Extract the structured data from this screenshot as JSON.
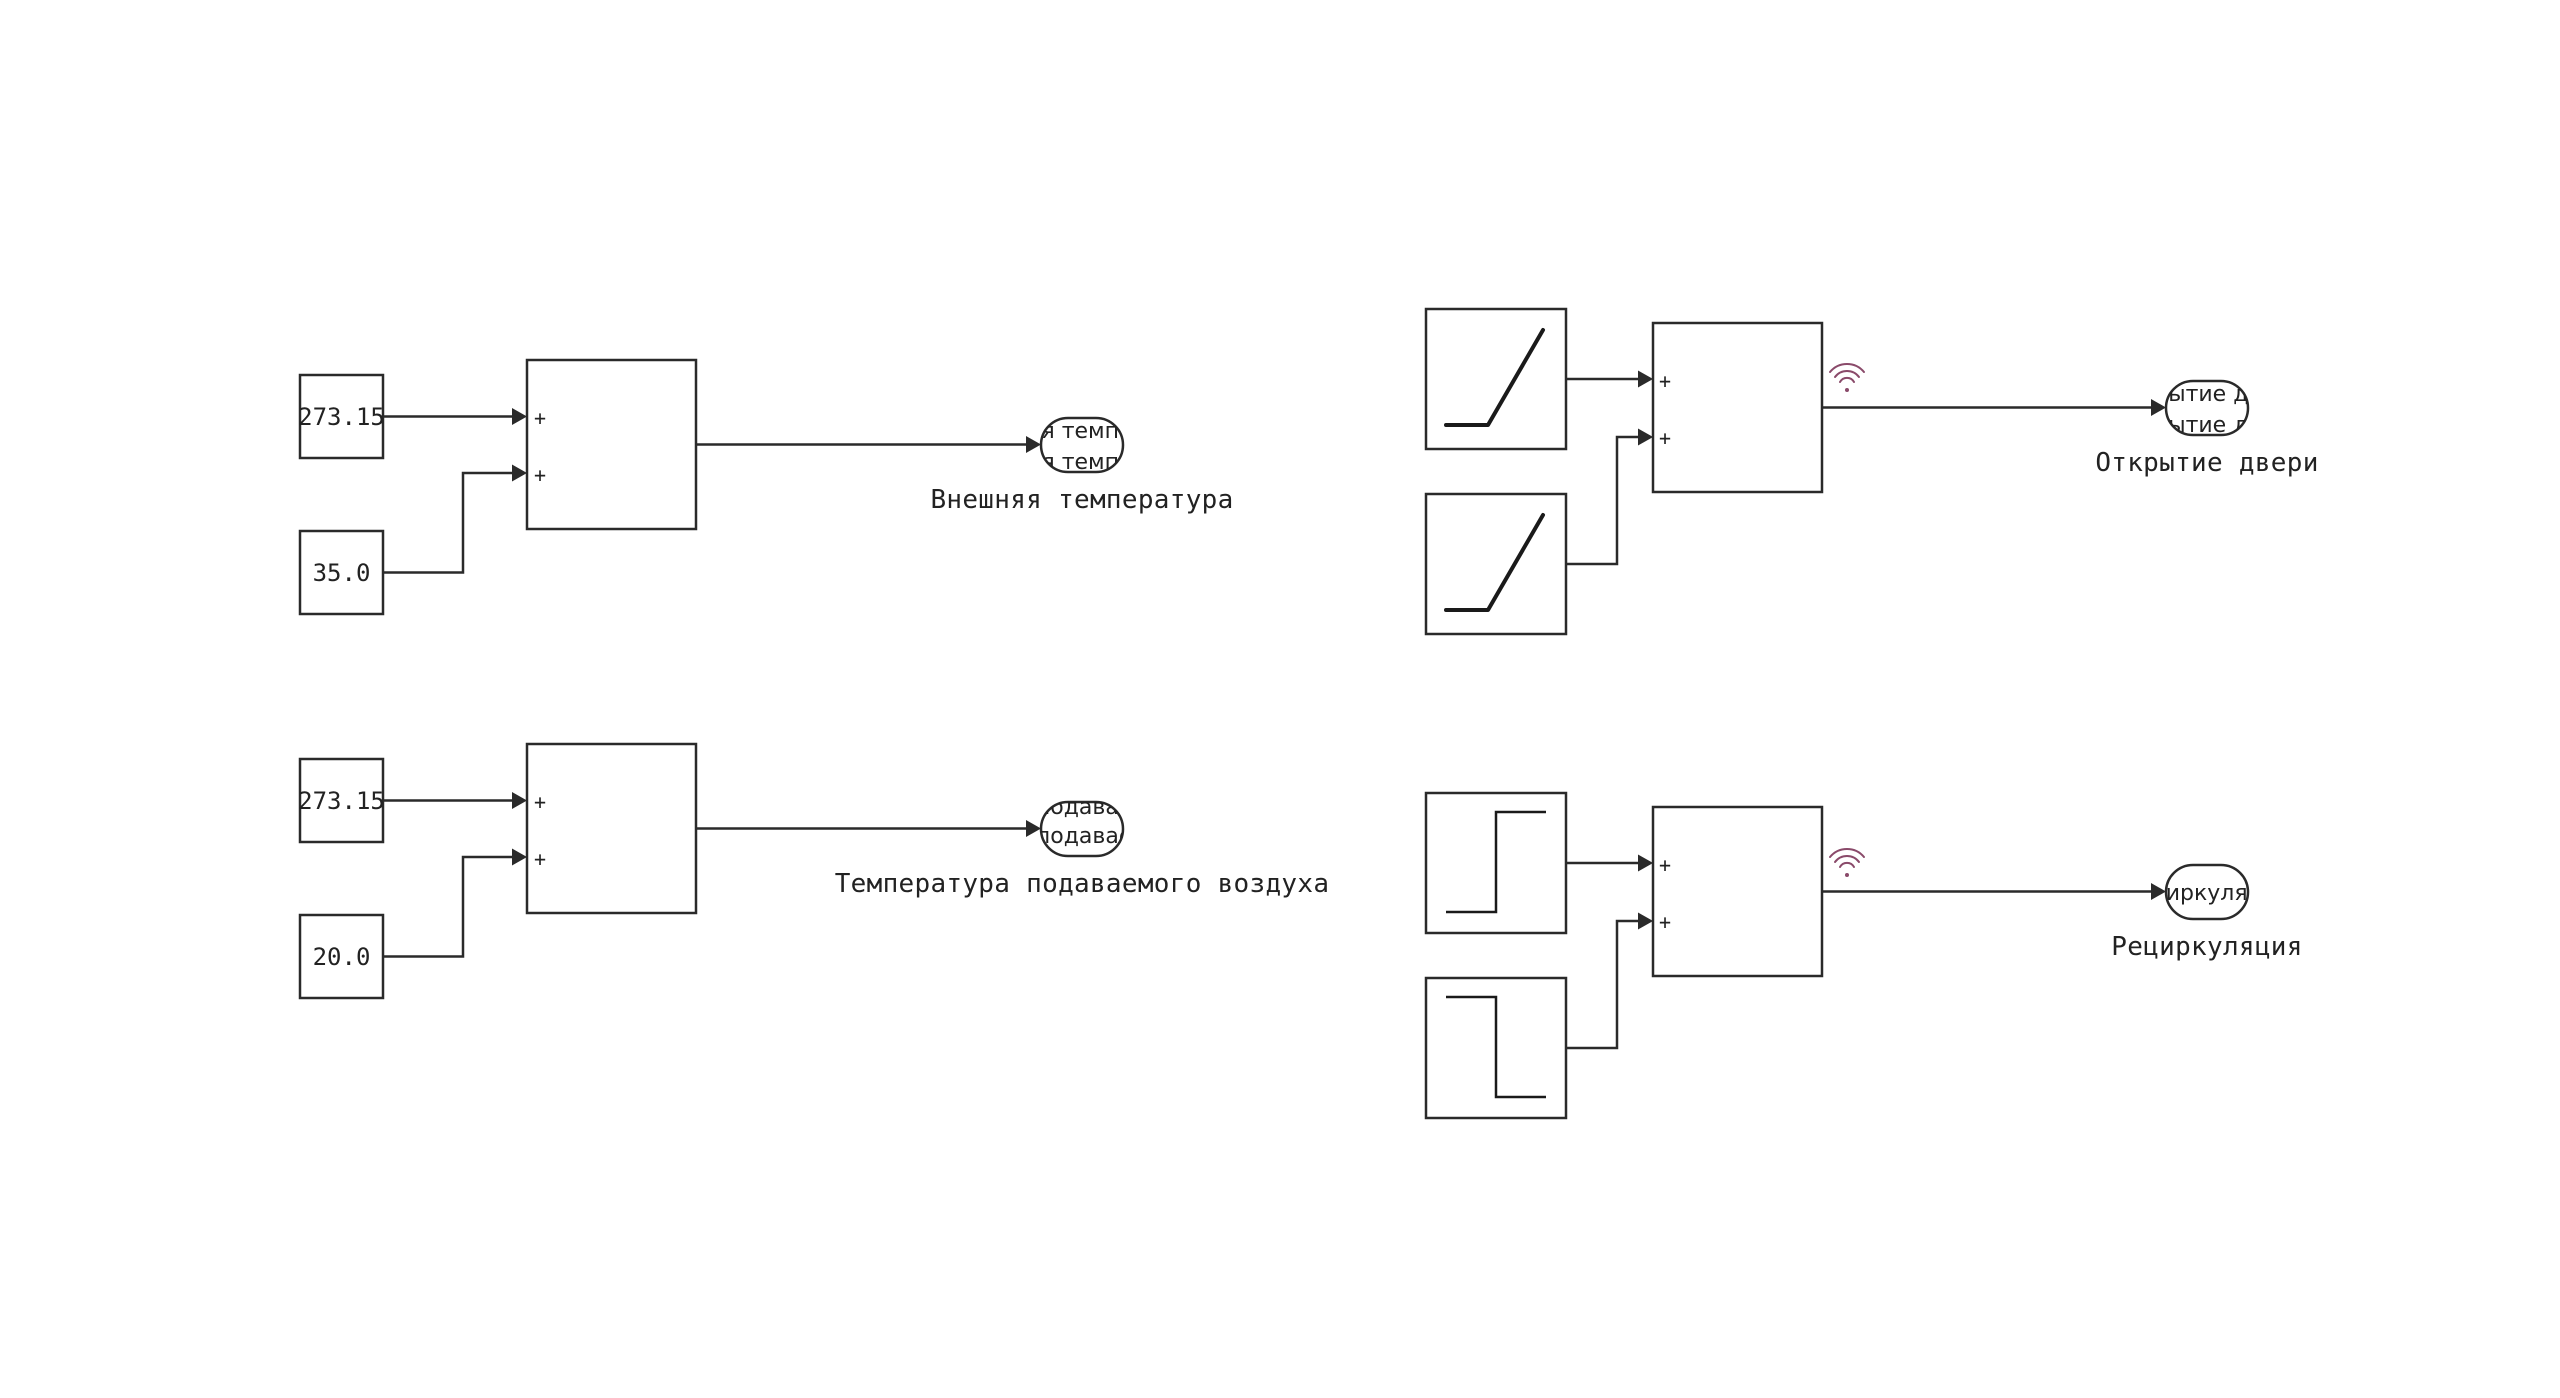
{
  "groups": {
    "outside_temp": {
      "const_a": "273.15",
      "const_b": "35.0",
      "sum_signs": [
        "+",
        "+"
      ],
      "goto_text": "Внешняя температура",
      "label": "Внешняя температура"
    },
    "supply_temp": {
      "const_a": "273.15",
      "const_b": "20.0",
      "sum_signs": [
        "+",
        "+"
      ],
      "goto_text": "Температура подаваемого воздуха",
      "label": "Температура подаваемого воздуха"
    },
    "door_open": {
      "source_a": "ramp-icon",
      "source_b": "ramp-icon",
      "sum_signs": [
        "+",
        "+"
      ],
      "goto_text": "Открытие двери",
      "label": "Открытие двери"
    },
    "recirculation": {
      "source_a": "step-up-icon",
      "source_b": "step-down-icon",
      "sum_signs": [
        "+",
        "+"
      ],
      "goto_text": "Рециркуляция",
      "label": "Рециркуляция"
    }
  }
}
